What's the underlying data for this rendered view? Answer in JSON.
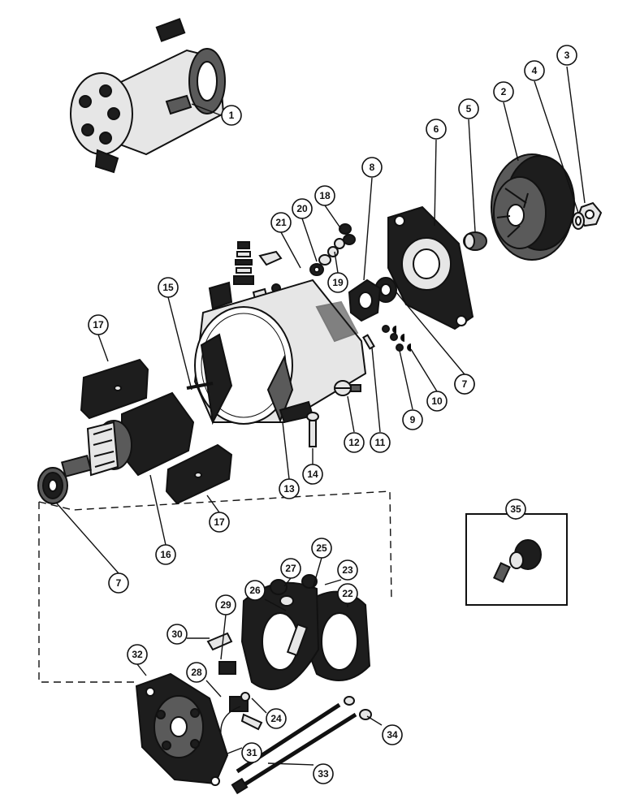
{
  "callouts": [
    {
      "label": "1"
    },
    {
      "label": "2"
    },
    {
      "label": "3"
    },
    {
      "label": "4"
    },
    {
      "label": "5"
    },
    {
      "label": "6"
    },
    {
      "label": "7"
    },
    {
      "label": "8"
    },
    {
      "label": "18"
    },
    {
      "label": "20"
    },
    {
      "label": "21"
    },
    {
      "label": "19"
    },
    {
      "label": "15"
    },
    {
      "label": "17"
    },
    {
      "label": "12"
    },
    {
      "label": "11"
    },
    {
      "label": "9"
    },
    {
      "label": "10"
    },
    {
      "label": "7"
    },
    {
      "label": "14"
    },
    {
      "label": "13"
    },
    {
      "label": "16"
    },
    {
      "label": "17"
    },
    {
      "label": "7"
    },
    {
      "label": "35"
    },
    {
      "label": "25"
    },
    {
      "label": "27"
    },
    {
      "label": "23"
    },
    {
      "label": "26"
    },
    {
      "label": "22"
    },
    {
      "label": "29"
    },
    {
      "label": "30"
    },
    {
      "label": "32"
    },
    {
      "label": "28"
    },
    {
      "label": "24"
    },
    {
      "label": "34"
    },
    {
      "label": "31"
    },
    {
      "label": "33"
    }
  ]
}
